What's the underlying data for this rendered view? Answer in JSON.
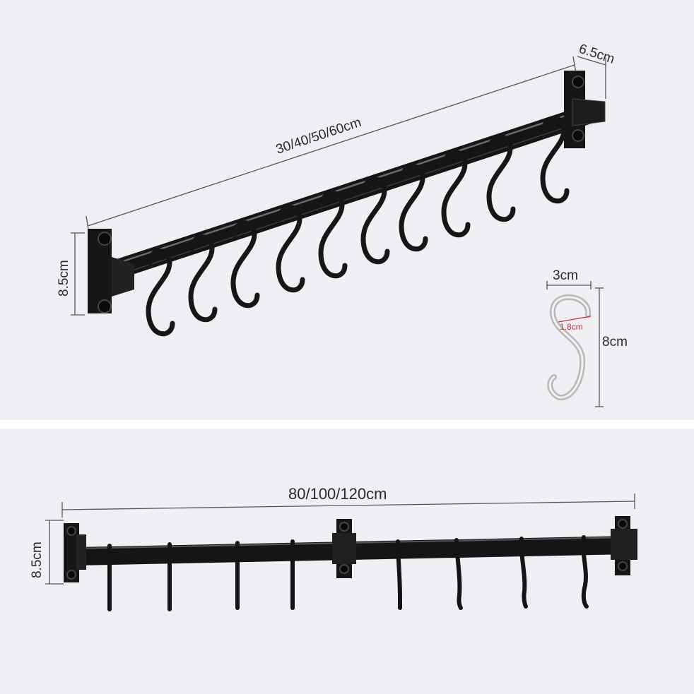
{
  "top_panel": {
    "length_label": "30/40/50/60cm",
    "bracket_depth_label": "6.5cm",
    "height_label": "8.5cm",
    "hook": {
      "width_label": "3cm",
      "height_label": "8cm",
      "gap_label": "1.8cm",
      "gap_color": "#d03030"
    },
    "hook_count": 10
  },
  "bottom_panel": {
    "length_label": "80/100/120cm",
    "height_label": "8.5cm",
    "hook_count": 8
  },
  "colors": {
    "background": "#f0eff4",
    "rail": "#141414",
    "dimension_line": "#555555"
  }
}
